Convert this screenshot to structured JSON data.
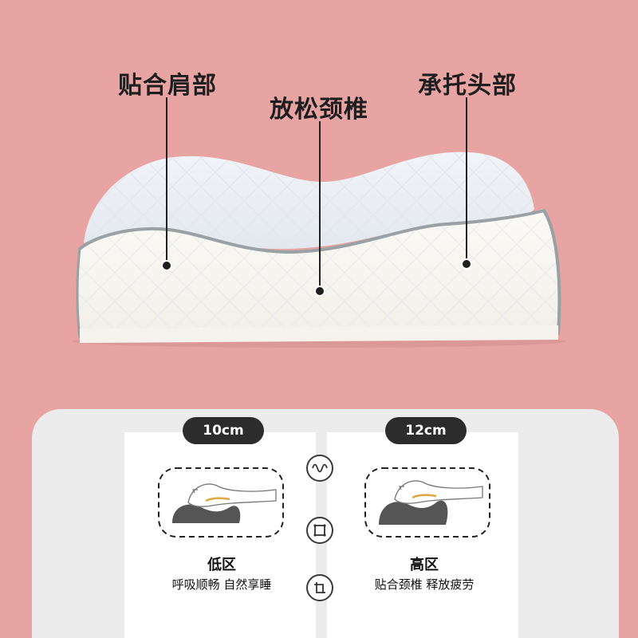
{
  "callouts": {
    "shoulder": "贴合肩部",
    "neck": "放松颈椎",
    "head": "承托头部"
  },
  "comparison": {
    "low": {
      "size": "10cm",
      "title": "低区",
      "desc": "呼吸顺畅 自然享睡"
    },
    "high": {
      "size": "12cm",
      "title": "高区",
      "desc": "贴合颈椎 释放疲劳"
    }
  },
  "colors": {
    "background": "#e8a3a3",
    "panel": "#ececec",
    "pillow_edge": "#9aa1a5",
    "badge": "#2c2c2c"
  },
  "icons": [
    "wave-icon",
    "frame-icon",
    "rotate-icon"
  ]
}
